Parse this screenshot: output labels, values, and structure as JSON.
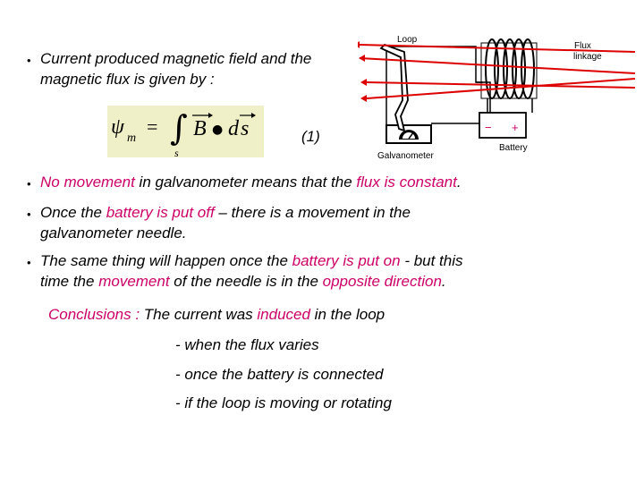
{
  "intro": {
    "line1": "Current produced magnetic field and the",
    "line2": "magnetic flux is given by :"
  },
  "formula": {
    "psi": "ψ",
    "sub_m": "m",
    "equals": "=",
    "integral": "∫",
    "sub_s": "s",
    "B": "B",
    "dot": "●",
    "d": "d",
    "s": "s",
    "label": "(1)"
  },
  "diagram": {
    "loop_label": "Loop",
    "flux_label_1": "Flux",
    "flux_label_2": "linkage",
    "galvanometer_label": "Galvanometer",
    "battery_label": "Battery",
    "minus": "−",
    "plus": "+",
    "colors": {
      "arrow": "#dd0000",
      "ink": "#000000"
    }
  },
  "bullet_symbol": "•",
  "bullets": [
    {
      "p1": "No movement",
      "p2": " in galvanometer means that the ",
      "p3": "flux is constant",
      "p4": "."
    },
    {
      "p1": "Once the ",
      "p2": "battery is put off",
      "p3": " – there is a movement in the",
      "line2": "galvanometer needle."
    },
    {
      "p1": "The same thing will happen once the ",
      "p2": "battery is put on",
      "p3": " - but this",
      "l2a": "time the ",
      "l2b": "movement",
      "l2c": " of the needle is in the ",
      "l2d": "opposite direction",
      "l2e": "."
    }
  ],
  "conclusions": {
    "label": "Conclusions :",
    "text_a": " The current was ",
    "induced": "induced",
    "text_b": " in the loop",
    "items": [
      "- when the flux varies",
      "- once the battery is connected",
      "- if the loop is moving or rotating"
    ]
  },
  "colors": {
    "highlight": "#cc0066",
    "formula_bg": "#f0f0c8"
  }
}
